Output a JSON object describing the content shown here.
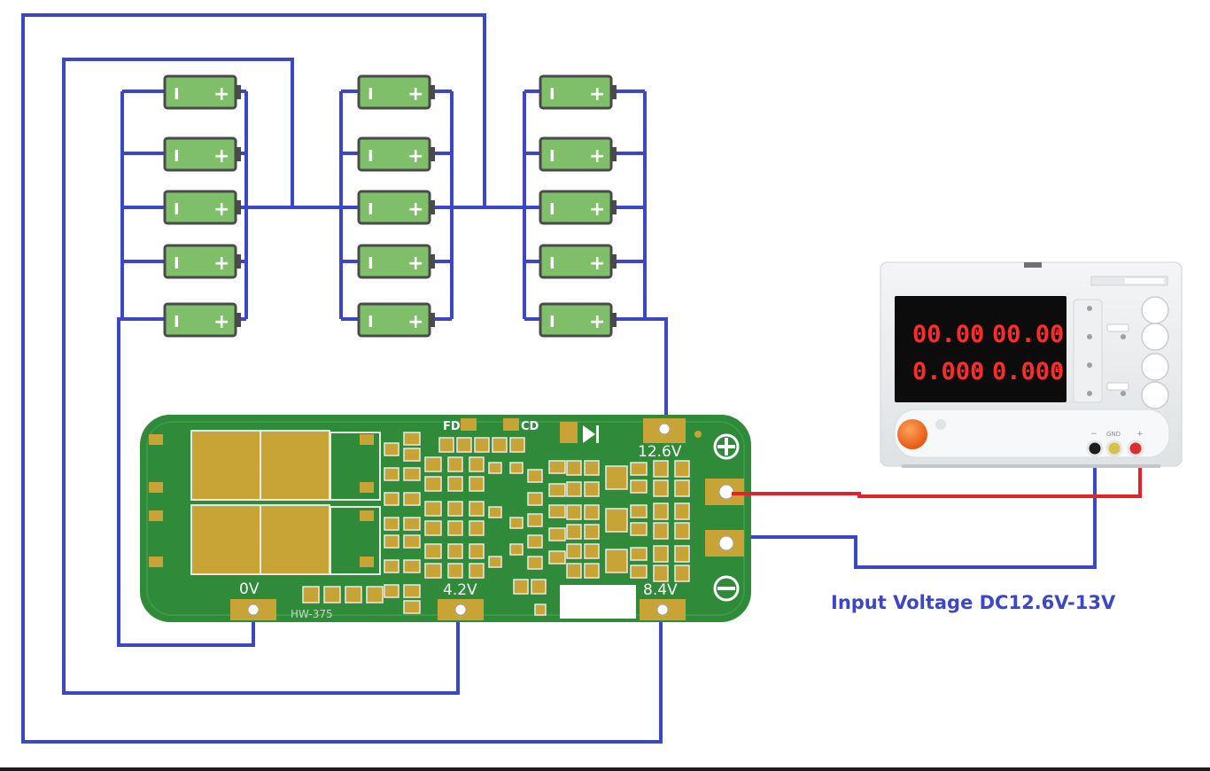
{
  "colors": {
    "wire": "#3b47c8",
    "wire_red": "#e8202a",
    "battery_fill": "#7fbf6a",
    "battery_border": "#4a4a4a",
    "pcb": "#2f8a3a",
    "pad": "#c8a437",
    "display_red": "#ff2a2a",
    "knob_orange": "#f26a1b"
  },
  "battery": {
    "minus_label": "I",
    "plus_label": "+"
  },
  "bms": {
    "labels": {
      "fd": "FD",
      "cd": "CD",
      "v126": "12.6V",
      "v0": "0V",
      "v42": "4.2V",
      "v84": "8.4V",
      "model": "HW-375"
    },
    "terminal_icons": {
      "positive": "plus-circle-icon",
      "negative": "minus-circle-icon",
      "diode": "diode-icon"
    }
  },
  "power_supply": {
    "readouts": {
      "voltage": "00.00",
      "current": "00.00",
      "power": "0.000",
      "energy": "0.000"
    },
    "units": {
      "voltage": "V",
      "current": "A",
      "power": "W",
      "energy": "E"
    },
    "terminals": {
      "minus": "−",
      "gnd": "GND",
      "plus": "+"
    }
  },
  "caption": {
    "input_voltage": "Input Voltage DC12.6V-13V"
  }
}
